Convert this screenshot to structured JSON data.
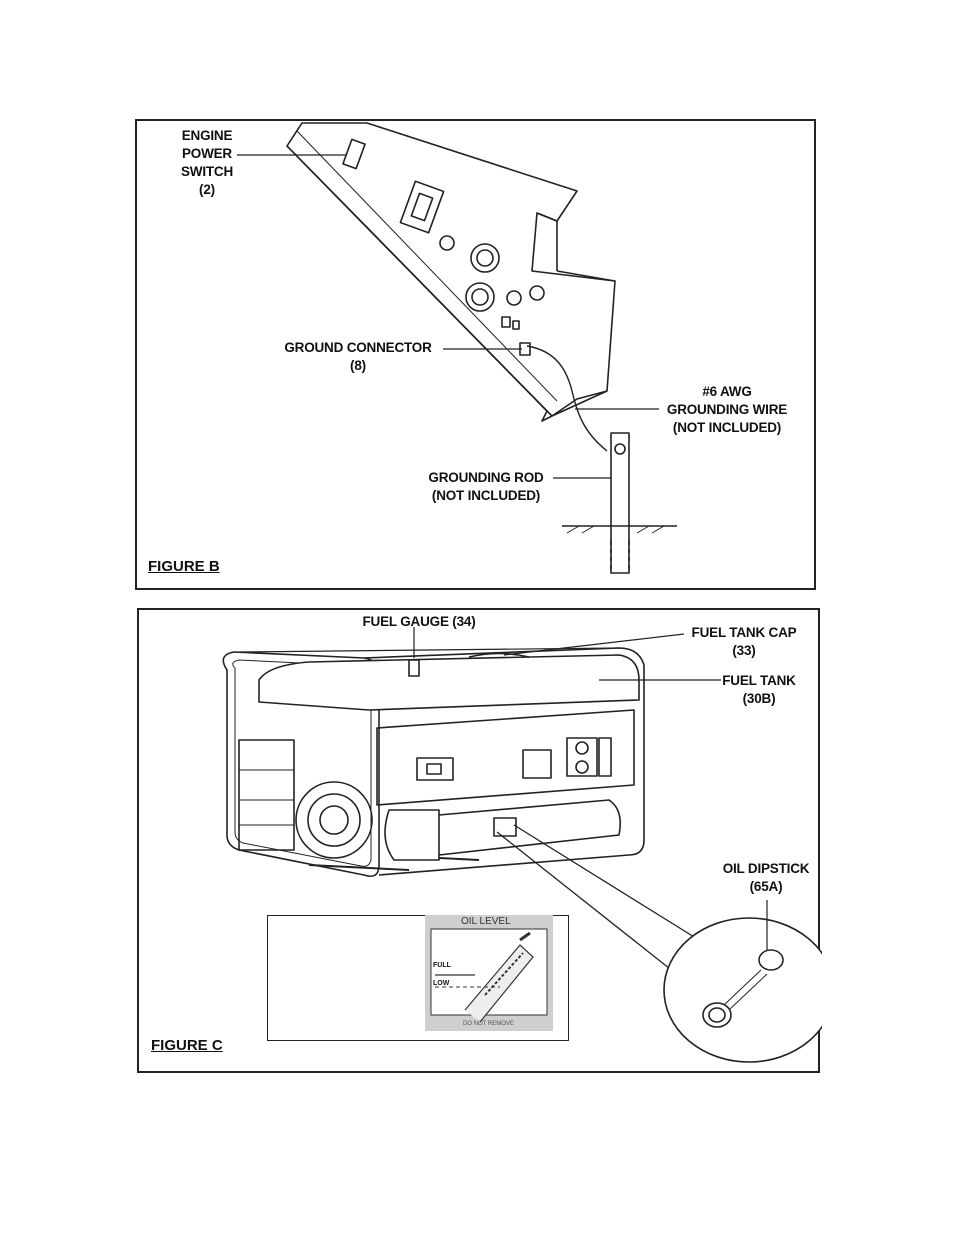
{
  "figure_b": {
    "title": "FIGURE B",
    "labels": {
      "engine_power_switch": [
        "ENGINE",
        "POWER",
        "SWITCH",
        "(2)"
      ],
      "ground_connector": [
        "GROUND CONNECTOR",
        "(8)"
      ],
      "grounding_wire": [
        "#6 AWG",
        "GROUNDING WIRE",
        "(NOT INCLUDED)"
      ],
      "grounding_rod": [
        "GROUNDING ROD",
        "(NOT INCLUDED)"
      ]
    }
  },
  "figure_c": {
    "title": "FIGURE C",
    "labels": {
      "fuel_gauge": "FUEL GAUGE (34)",
      "fuel_tank_cap": [
        "FUEL TANK CAP",
        "(33)"
      ],
      "fuel_tank": [
        "FUEL TANK",
        "(30B)"
      ],
      "oil_dipstick": [
        "OIL DIPSTICK",
        "(65A)"
      ]
    },
    "oil_inset": {
      "title": "OIL LEVEL",
      "full": "FULL",
      "low": "LOW",
      "footer": "DO NOT REMOVE"
    }
  }
}
